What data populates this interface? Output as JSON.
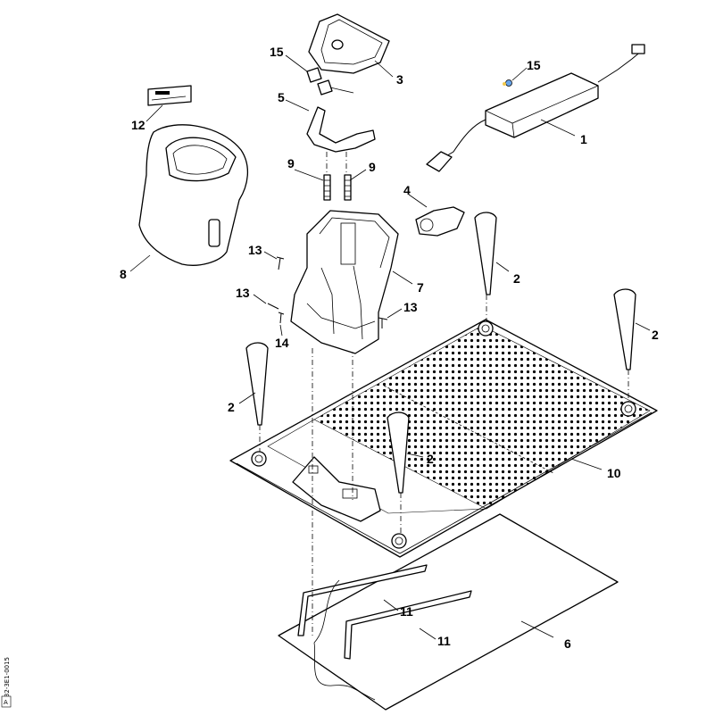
{
  "figure": {
    "side_code": "0532-3E1-0015",
    "side_tag": "A"
  },
  "callouts": [
    {
      "id": "c1",
      "text": "1"
    },
    {
      "id": "c2a",
      "text": "2"
    },
    {
      "id": "c2b",
      "text": "2"
    },
    {
      "id": "c2c",
      "text": "2"
    },
    {
      "id": "c2d",
      "text": "2"
    },
    {
      "id": "c3",
      "text": "3"
    },
    {
      "id": "c4",
      "text": "4"
    },
    {
      "id": "c5",
      "text": "5"
    },
    {
      "id": "c6",
      "text": "6"
    },
    {
      "id": "c7",
      "text": "7"
    },
    {
      "id": "c8",
      "text": "8"
    },
    {
      "id": "c9a",
      "text": "9"
    },
    {
      "id": "c9b",
      "text": "9"
    },
    {
      "id": "c10",
      "text": "10"
    },
    {
      "id": "c11a",
      "text": "11"
    },
    {
      "id": "c11b",
      "text": "11"
    },
    {
      "id": "c12",
      "text": "12"
    },
    {
      "id": "c13a",
      "text": "13"
    },
    {
      "id": "c13b",
      "text": "13"
    },
    {
      "id": "c13c",
      "text": "13"
    },
    {
      "id": "c14",
      "text": "14"
    },
    {
      "id": "c15a",
      "text": "15"
    },
    {
      "id": "c15b",
      "text": "15"
    }
  ]
}
